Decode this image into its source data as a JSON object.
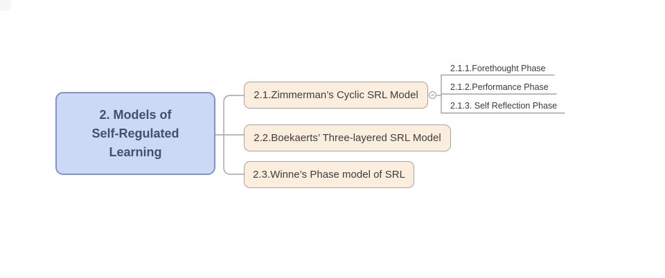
{
  "app": {
    "type": "mind-map-canvas"
  },
  "colors": {
    "background": "#ffffff",
    "root_fill": "#ccd9f6",
    "root_border": "#8093c6",
    "root_text": "#42506a",
    "branch_fill": "#fbeede",
    "branch_border": "#a9a29a",
    "branch_text": "#3d3d3d",
    "leaf_text": "#3a3a3a",
    "connector": "#a3a3a0"
  },
  "mindmap": {
    "root": {
      "label": "2. Models of Self-Regulated Learning",
      "line1": "2. Models of",
      "line2": "Self-Regulated",
      "line3": "Learning"
    },
    "branches": [
      {
        "label": "2.1.Zimmerman’s Cyclic SRL Model",
        "collapse_icon": "minus-circle",
        "children": [
          {
            "label": "2.1.1.Forethought Phase"
          },
          {
            "label": "2.1.2.Performance Phase"
          },
          {
            "label": "2.1.3. Self Reflection Phase"
          }
        ]
      },
      {
        "label": "2.2.Boekaerts’ Three-layered SRL Model",
        "children": []
      },
      {
        "label": "2.3.Winne’s Phase model of SRL",
        "children": []
      }
    ]
  }
}
